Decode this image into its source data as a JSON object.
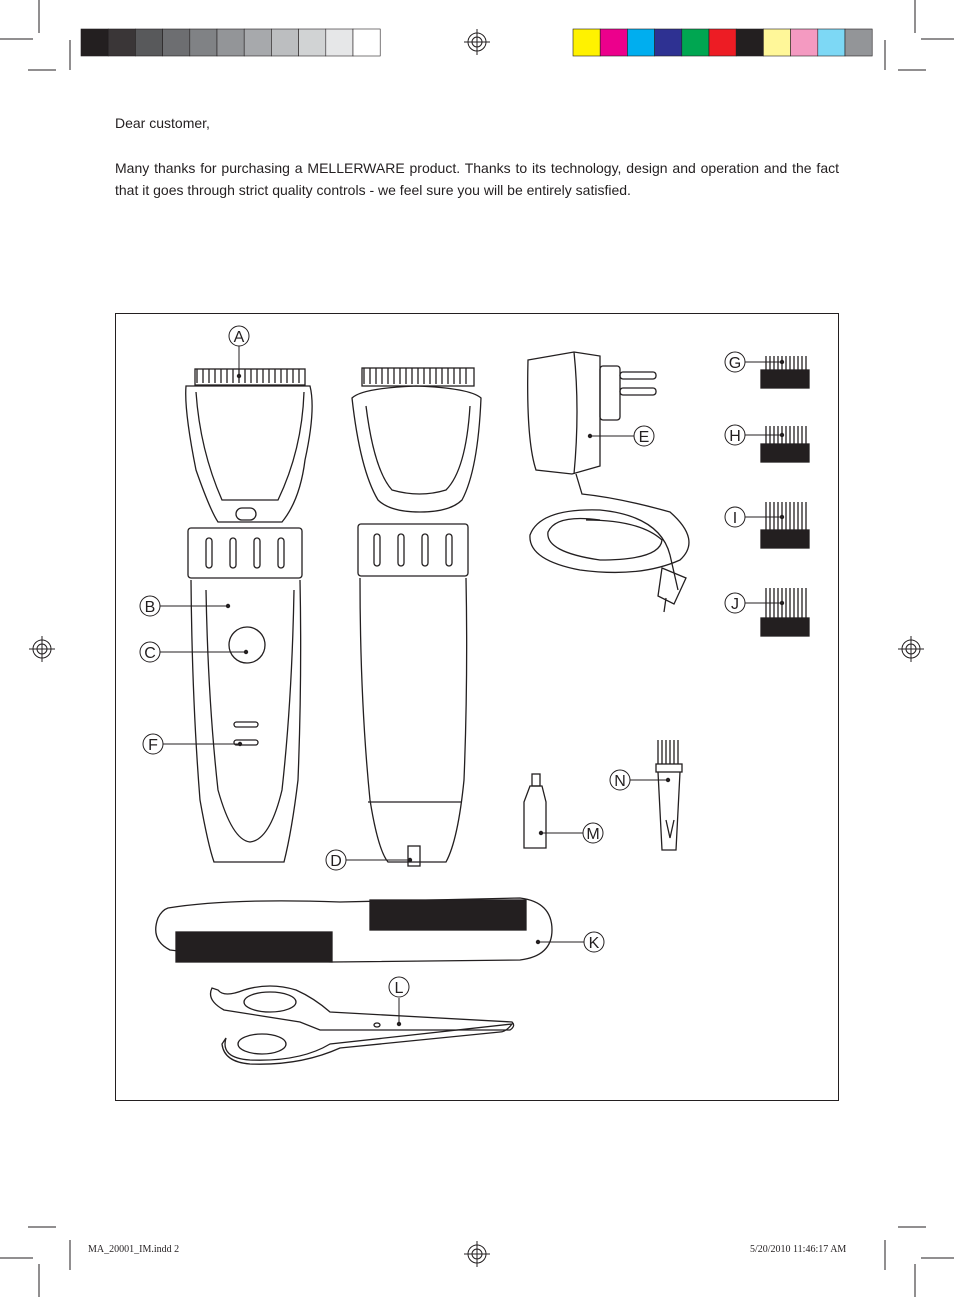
{
  "greeting": "Dear customer,",
  "intro": "Many thanks for purchasing a MELLERWARE product. Thanks to its technology, design and operation and the fact that it goes through strict quality controls - we feel sure you will be entirely satisfied.",
  "footer": {
    "file": "MA_20001_IM.indd   2",
    "timestamp": "5/20/2010   11:46:17 AM"
  },
  "print_marks": {
    "gray_swatches": [
      "#231f20",
      "#3a3637",
      "#58595b",
      "#6d6e71",
      "#808285",
      "#939598",
      "#a7a9ac",
      "#bcbec0",
      "#d1d3d4",
      "#e6e7e8",
      "#ffffff"
    ],
    "color_swatches": [
      "#fff200",
      "#ec008c",
      "#00aeef",
      "#2e3192",
      "#00a651",
      "#ed1c24",
      "#231f20",
      "#fff799",
      "#f49ac1",
      "#7dd8f5",
      "#939598"
    ]
  },
  "callouts": {
    "A": "A",
    "B": "B",
    "C": "C",
    "D": "D",
    "E": "E",
    "F": "F",
    "G": "G",
    "H": "H",
    "I": "I",
    "J": "J",
    "K": "K",
    "L": "L",
    "M": "M",
    "N": "N"
  }
}
